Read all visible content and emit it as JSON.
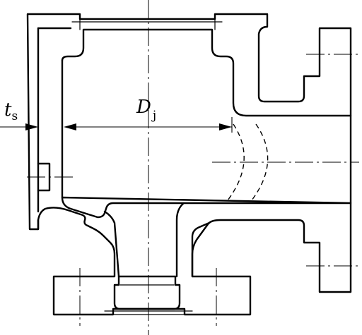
{
  "dimensions": {
    "wall_thickness": {
      "symbol": "t",
      "subscript": "s"
    },
    "inner_diameter": {
      "symbol": "D",
      "subscript": "j"
    }
  }
}
